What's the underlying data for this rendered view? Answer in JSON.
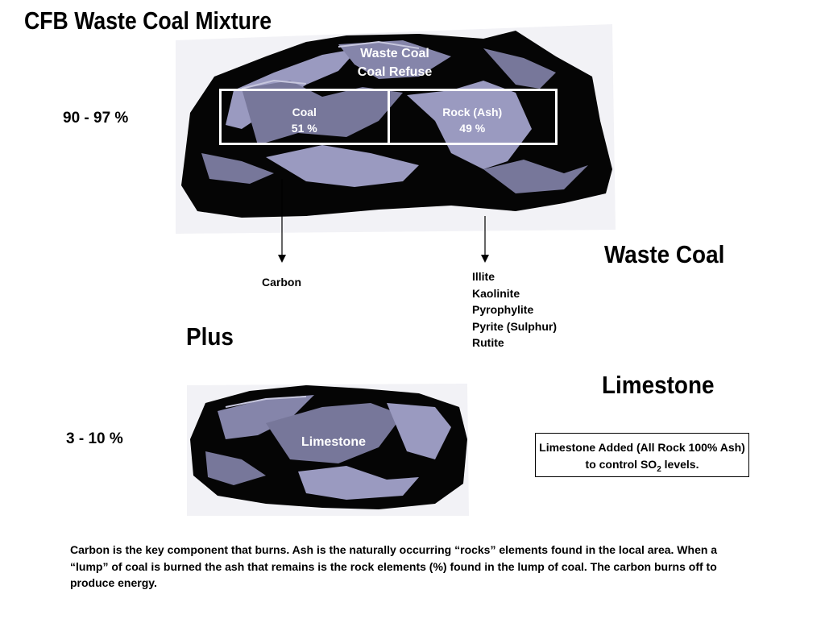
{
  "title": "CFB Waste Coal Mixture",
  "waste_coal": {
    "share": "90 - 97 %",
    "label_line1": "Waste Coal",
    "label_line2": "Coal Refuse",
    "heading": "Waste Coal",
    "components": [
      {
        "name": "Coal",
        "percent": "51 %",
        "element": "Carbon"
      },
      {
        "name": "Rock (Ash)",
        "percent": "49 %",
        "minerals": [
          "Illite",
          "Kaolinite",
          "Pyrophylite",
          "Pyrite (Sulphur)",
          "Rutite"
        ]
      }
    ]
  },
  "plus_label": "Plus",
  "limestone": {
    "share": "3 - 10 %",
    "label": "Limestone",
    "heading": "Limestone",
    "note_pre": "Limestone Added (All Rock 100% Ash) to control SO",
    "note_sub": "2",
    "note_post": " levels."
  },
  "caption": "Carbon is the key component that burns. Ash is the naturally occurring “rocks” elements found in the local area.  When a “lump” of coal is burned the ash that remains is the rock elements (%) found in the lump of coal.  The carbon burns off to produce energy.",
  "colors": {
    "rock_dark": "#050505",
    "rock_face": "#77779a",
    "rock_face_light": "#9a9ac0",
    "rock_edge": "#c6c6dd"
  }
}
